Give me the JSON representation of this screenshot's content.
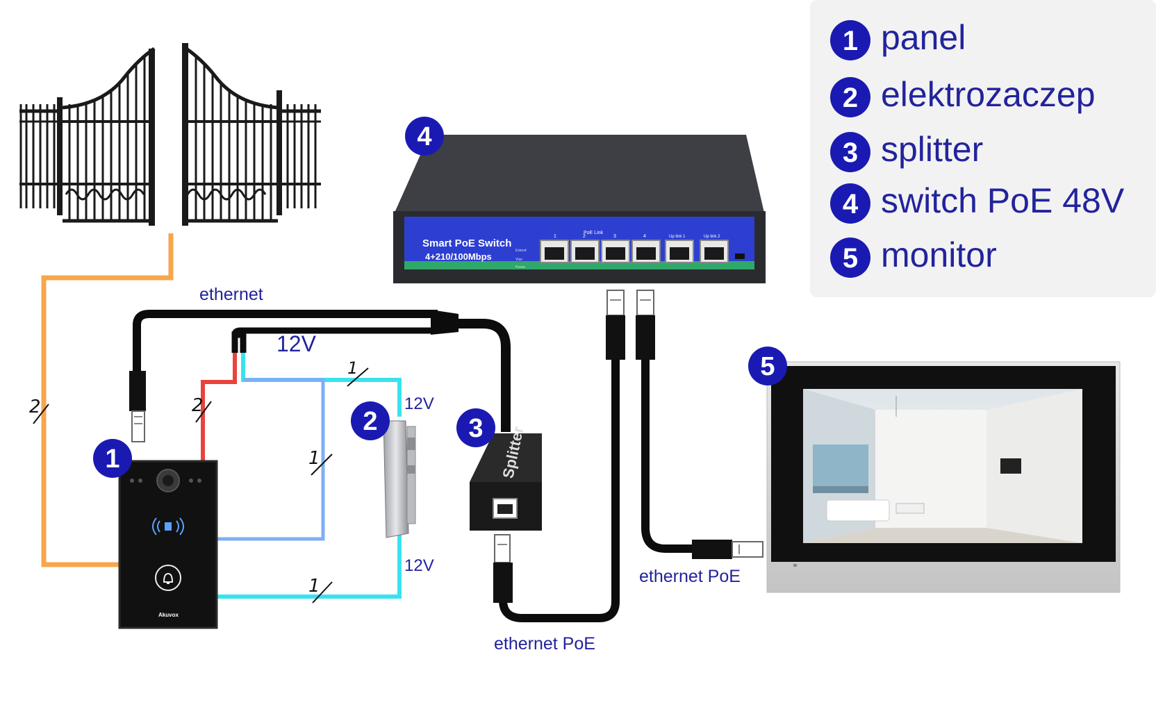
{
  "legend": {
    "items": [
      {
        "num": "1",
        "label": "panel"
      },
      {
        "num": "2",
        "label": "elektrozaczep"
      },
      {
        "num": "3",
        "label": "splitter"
      },
      {
        "num": "4",
        "label": "switch PoE 48V"
      },
      {
        "num": "5",
        "label": "monitor"
      }
    ]
  },
  "badges": {
    "panel": "1",
    "lock": "2",
    "splitter": "3",
    "switch": "4",
    "monitor": "5"
  },
  "labels": {
    "ethernet": "ethernet",
    "v12_main": "12V",
    "v12_lock_top": "12V",
    "v12_lock_bottom": "12V",
    "ethernet_poe_splitter": "ethernet PoE",
    "ethernet_poe_monitor": "ethernet PoE"
  },
  "wire_counts": {
    "gate": "2",
    "red": "2",
    "top": "1",
    "blue": "1",
    "bottom": "1"
  },
  "switch": {
    "name": "Smart PoE Switch",
    "spec": "4+210/100Mbps",
    "poe_link": "PoE Link",
    "uplink1": "Up link 1",
    "uplink2": "Up link 2",
    "port_numbers": [
      "1",
      "2",
      "3",
      "4"
    ],
    "extend": "Extend",
    "vlan": "Vlan",
    "power": "Power"
  },
  "splitter_text": "Splitter",
  "panel_brand": "Akuvox",
  "colors": {
    "badge": "#1a1ab3",
    "label": "#22239c",
    "gate_wire": "#f7a64c",
    "red_wire": "#e8433c",
    "cyan_wire": "#37e3ee",
    "blue_wire": "#7eaef5",
    "cable": "#0c0c0c",
    "switch_front": "#2d3fd0",
    "legend_bg": "#f2f2f2"
  }
}
